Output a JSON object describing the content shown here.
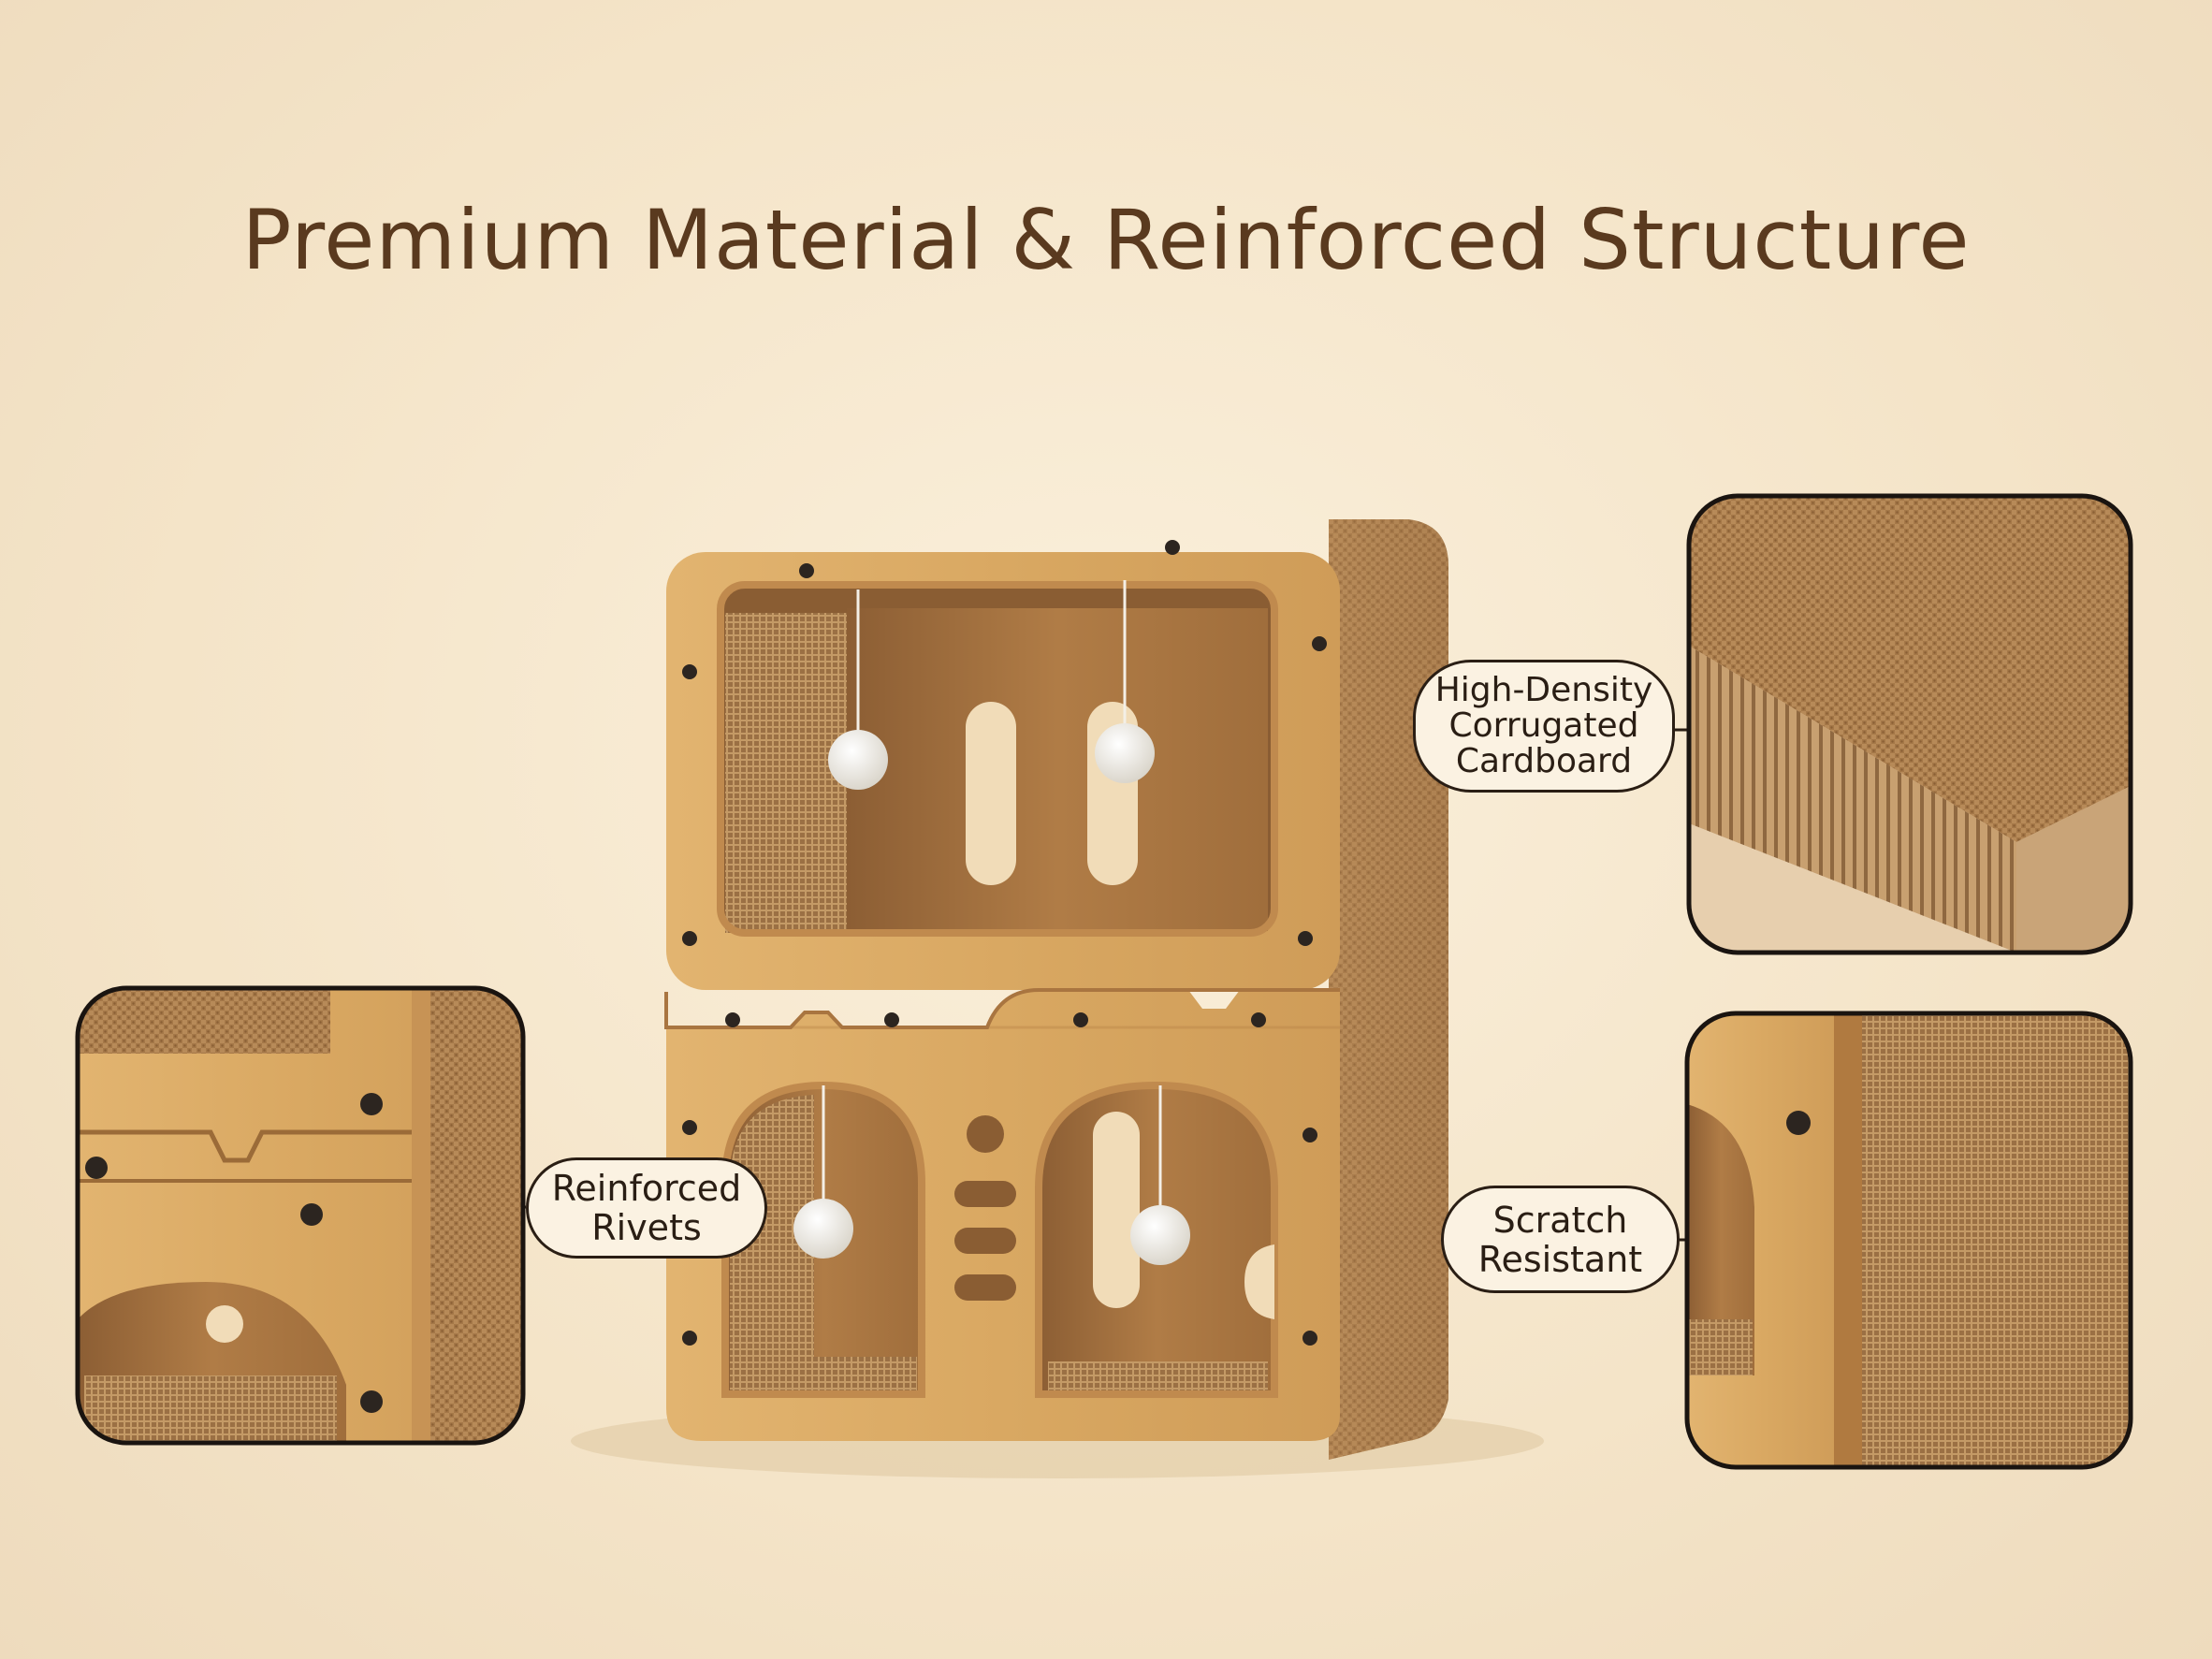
{
  "title": "Premium Material & Reinforced Structure",
  "callouts": {
    "cardboard": [
      "High-Density",
      "Corrugated",
      "Cardboard"
    ],
    "rivets": [
      "Reinforced",
      "Rivets"
    ],
    "scratch": [
      "Scratch",
      "Resistant"
    ]
  },
  "colors": {
    "background": "#f4e4c8",
    "wood": "#d9a862",
    "cardboard": "#b78a58",
    "title": "#5a3a1f",
    "outline": "#2a1e14"
  },
  "icons": {
    "rivet": "rivet-dot",
    "toy_ball": "hanging-pom-pom-ball"
  }
}
